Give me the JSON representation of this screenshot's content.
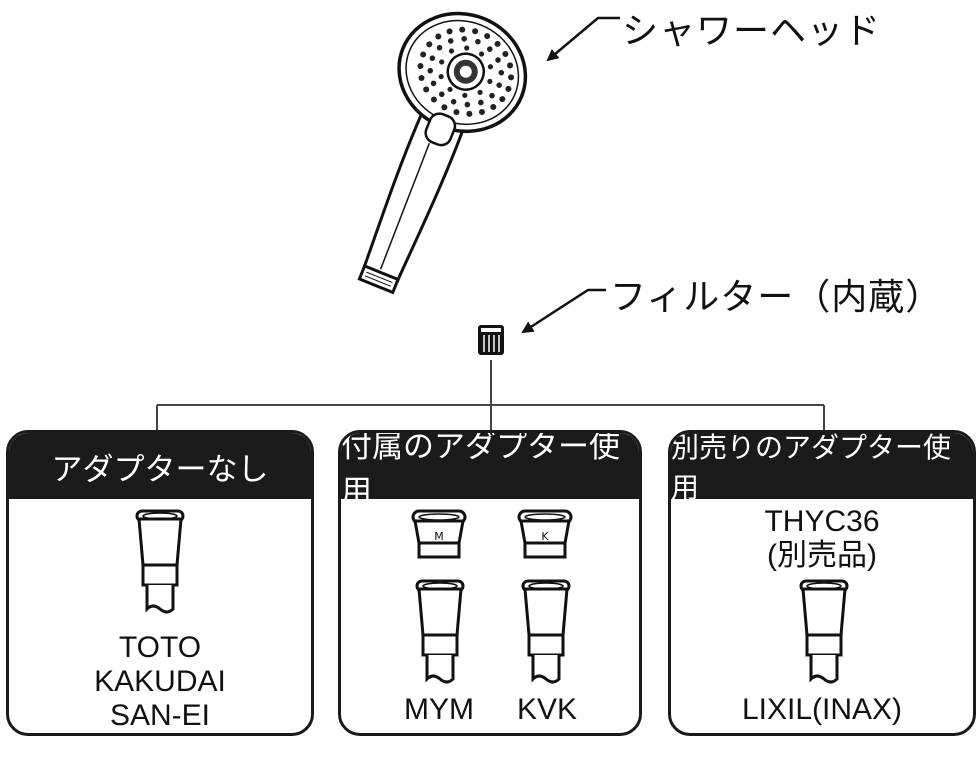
{
  "labels": {
    "shower_head": "シャワーヘッド",
    "filter": "フィルター（内蔵）"
  },
  "panels": [
    {
      "title": "アダプターなし",
      "brands": [
        "TOTO",
        "KAKUDAI",
        "SAN-EI"
      ]
    },
    {
      "title": "付属のアダプター使用",
      "adapters": [
        {
          "mark": "M",
          "brand": "MYM"
        },
        {
          "mark": "K",
          "brand": "KVK"
        }
      ]
    },
    {
      "title": "別売りのアダプター使用",
      "model_lines": [
        "THYC36",
        "(別売品)"
      ],
      "brand": "LIXIL(INAX)"
    }
  ]
}
